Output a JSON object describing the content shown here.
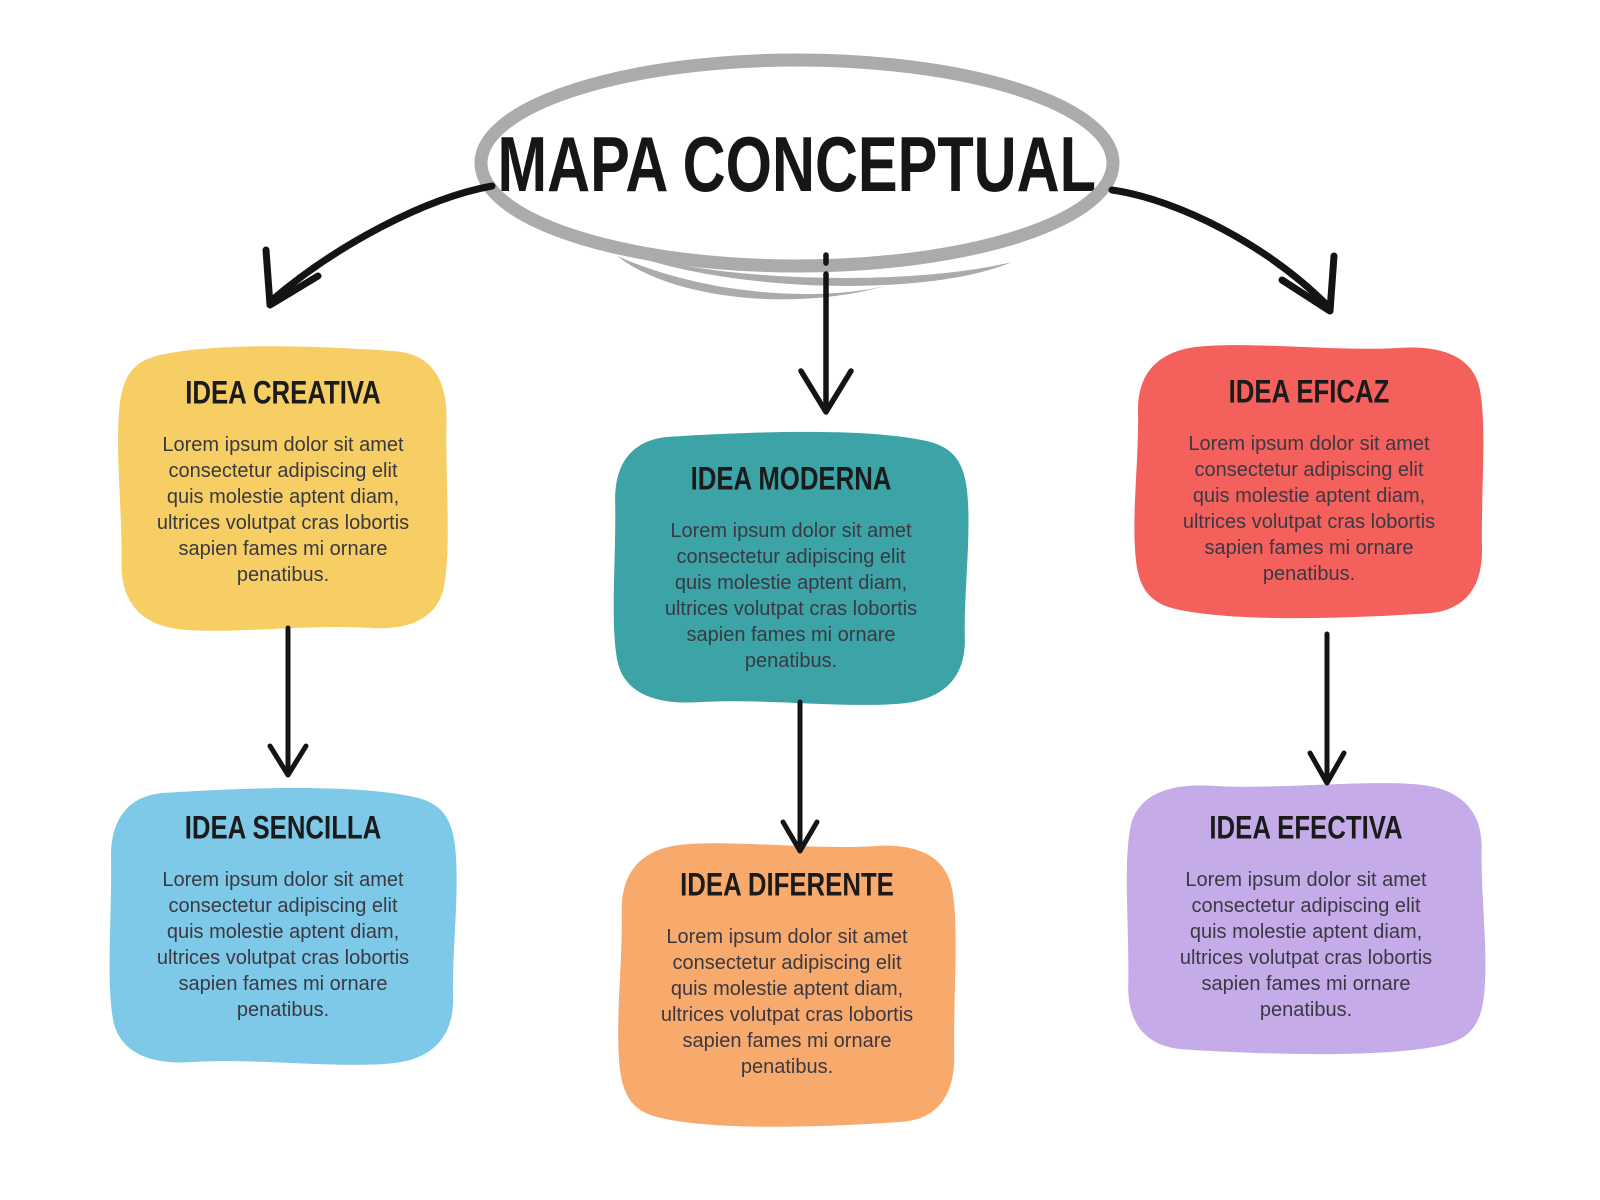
{
  "title": "MAPA CONCEPTUAL",
  "cards": [
    {
      "id": "idea-creativa",
      "title": "IDEA CREATIVA",
      "body": "Lorem ipsum dolor sit amet\nconsectetur adipiscing elit\nquis molestie aptent diam,\nultrices volutpat cras lobortis\nsapien fames mi ornare\npenatibus.",
      "color": "#F6CE63"
    },
    {
      "id": "idea-moderna",
      "title": "IDEA MODERNA",
      "body": "Lorem ipsum dolor sit amet\nconsectetur adipiscing elit\nquis molestie aptent diam,\nultrices volutpat cras lobortis\nsapien fames mi ornare\npenatibus.",
      "color": "#3CA3A7"
    },
    {
      "id": "idea-eficaz",
      "title": "IDEA EFICAZ",
      "body": "Lorem ipsum dolor sit amet\nconsectetur adipiscing elit\nquis molestie aptent diam,\nultrices volutpat cras lobortis\nsapien fames mi ornare\npenatibus.",
      "color": "#F4605C"
    },
    {
      "id": "idea-sencilla",
      "title": "IDEA SENCILLA",
      "body": "Lorem ipsum dolor sit amet\nconsectetur adipiscing elit\nquis molestie aptent diam,\nultrices volutpat cras lobortis\nsapien fames mi ornare\npenatibus.",
      "color": "#7FC9E8"
    },
    {
      "id": "idea-diferente",
      "title": "IDEA DIFERENTE",
      "body": "Lorem ipsum dolor sit amet\nconsectetur adipiscing elit\nquis molestie aptent diam,\nultrices volutpat cras lobortis\nsapien fames mi ornare\npenatibus.",
      "color": "#F8A96C"
    },
    {
      "id": "idea-efectiva",
      "title": "IDEA EFECTIVA",
      "body": "Lorem ipsum dolor sit amet\nconsectetur adipiscing elit\nquis molestie aptent diam,\nultrices volutpat cras lobortis\nsapien fames mi ornare\npenatibus.",
      "color": "#C5ACE9"
    }
  ],
  "connections": [
    {
      "from": "MAPA CONCEPTUAL",
      "to": "IDEA CREATIVA"
    },
    {
      "from": "MAPA CONCEPTUAL",
      "to": "IDEA MODERNA"
    },
    {
      "from": "MAPA CONCEPTUAL",
      "to": "IDEA EFICAZ"
    },
    {
      "from": "IDEA CREATIVA",
      "to": "IDEA SENCILLA"
    },
    {
      "from": "IDEA MODERNA",
      "to": "IDEA DIFERENTE"
    },
    {
      "from": "IDEA EFICAZ",
      "to": "IDEA EFECTIVA"
    }
  ],
  "colors": {
    "background": "#FFFFFF",
    "ellipse_ring": "#ABABAB",
    "arrow": "#141414",
    "heading_text": "#1B1B1B",
    "body_text": "#3A3943"
  }
}
